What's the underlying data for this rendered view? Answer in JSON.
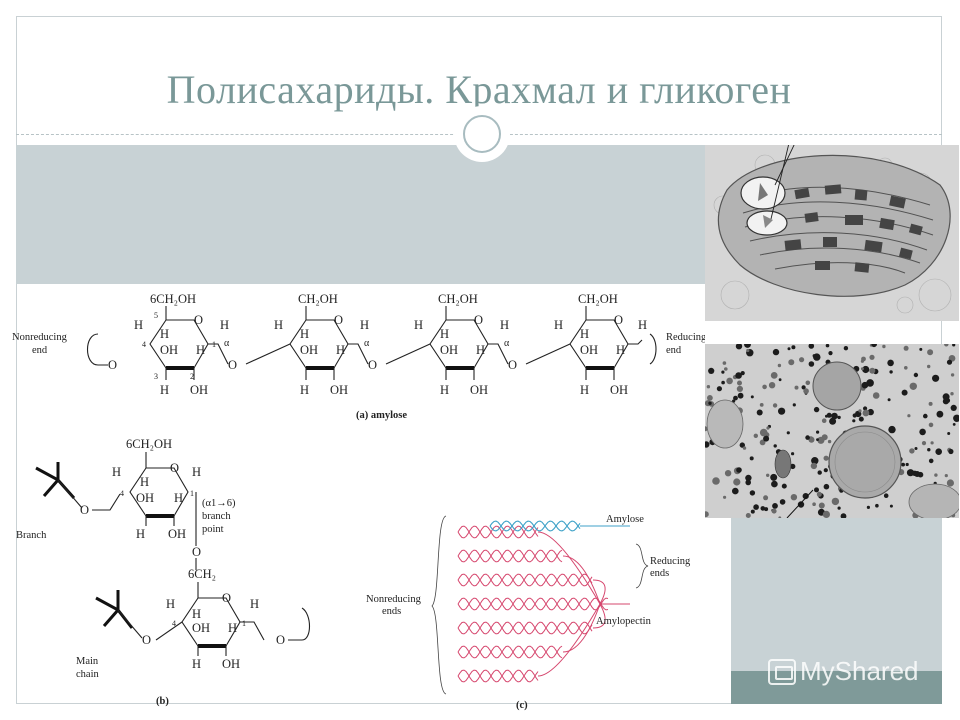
{
  "slide": {
    "title": "Полисахариды. Крахмал и гликоген"
  },
  "amylose": {
    "ch2oh_first": "6CH₂OH",
    "ch2oh": "CH₂OH",
    "atom_o": "O",
    "atom_h": "H",
    "group_oh": "OH",
    "nonreducing_line1": "Nonreducing",
    "nonreducing_line2": "end",
    "reducing_line1": "Reducing",
    "reducing_line2": "end",
    "alpha": "α",
    "caption": "(a) amylose",
    "ring_numbers": [
      "5",
      "4",
      "3",
      "2",
      "1"
    ]
  },
  "branch": {
    "top_ch2oh": "6CH₂OH",
    "branch_label": "Branch",
    "branch_point_line1": "(α1→6)",
    "branch_point_line2": "branch",
    "branch_point_line3": "point",
    "ch2": "6CH₂",
    "main_chain_line1": "Main",
    "main_chain_line2": "chain",
    "caption": "(b)"
  },
  "amylopectin": {
    "amylose_label": "Amylose",
    "reducing_line1": "Reducing",
    "reducing_line2": "ends",
    "nonreducing_line1": "Nonreducing",
    "nonreducing_line2": "ends",
    "amylopectin_label": "Amylopectin",
    "caption": "(c)",
    "colors": {
      "amylose": "#3fa2c8",
      "amylopectin": "#d6476e"
    }
  },
  "watermark": {
    "text": "MyShared"
  }
}
